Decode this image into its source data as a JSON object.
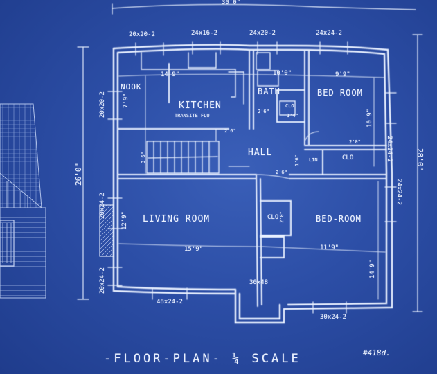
{
  "sheet": {
    "title": "-FLOOR-PLAN- ¼ SCALE",
    "sheet_number": "#418d.",
    "top_dimension": "30'0\""
  },
  "rooms": {
    "nook": "NOOK",
    "kitchen": "KITCHEN",
    "kitchen_note": "TRANSITE FLU",
    "bath": "BATH",
    "bedroom_1": "BED ROOM",
    "hall": "HALL",
    "living_room": "LIVING ROOM",
    "bedroom_2": "BED-ROOM",
    "closet_1": "CLO",
    "closet_2": "CLO",
    "closet_3": "CLO",
    "linen": "LIN"
  },
  "windows": {
    "w1": "20x20-2",
    "w2": "24x16-2",
    "w3": "24x20-2",
    "w4": "24x24-2",
    "w5": "20x20-2",
    "w6": "24x24-2",
    "w7": "24x24-2",
    "w8": "20x24-2",
    "w9": "20x24-2",
    "w10": "48x24-2",
    "w11": "30x24-2",
    "w12": "30x48"
  },
  "dimensions": {
    "overall_depth": "26'0\"",
    "overall_depth_right": "28'0\"",
    "kitchen_width": "14'9\"",
    "bath_width": "10'0\"",
    "bedroom1_width": "9'9\"",
    "bedroom1_depth": "10'9\"",
    "living_width": "15'9\"",
    "living_depth": "12'9\"",
    "bedroom2_width": "11'9\"",
    "bedroom2_depth": "14'9\"",
    "nook_depth": "7'9\"",
    "door_2_6_a": "2'6\"",
    "door_2_6_b": "2'6\"",
    "door_2_6_c": "2'6\"",
    "door_2_0_a": "2'0\"",
    "door_2_0_b": "2'0\"",
    "door_1_6": "1'6\"",
    "door_1_4": "1'4\"",
    "door_3_6": "3'6\""
  }
}
